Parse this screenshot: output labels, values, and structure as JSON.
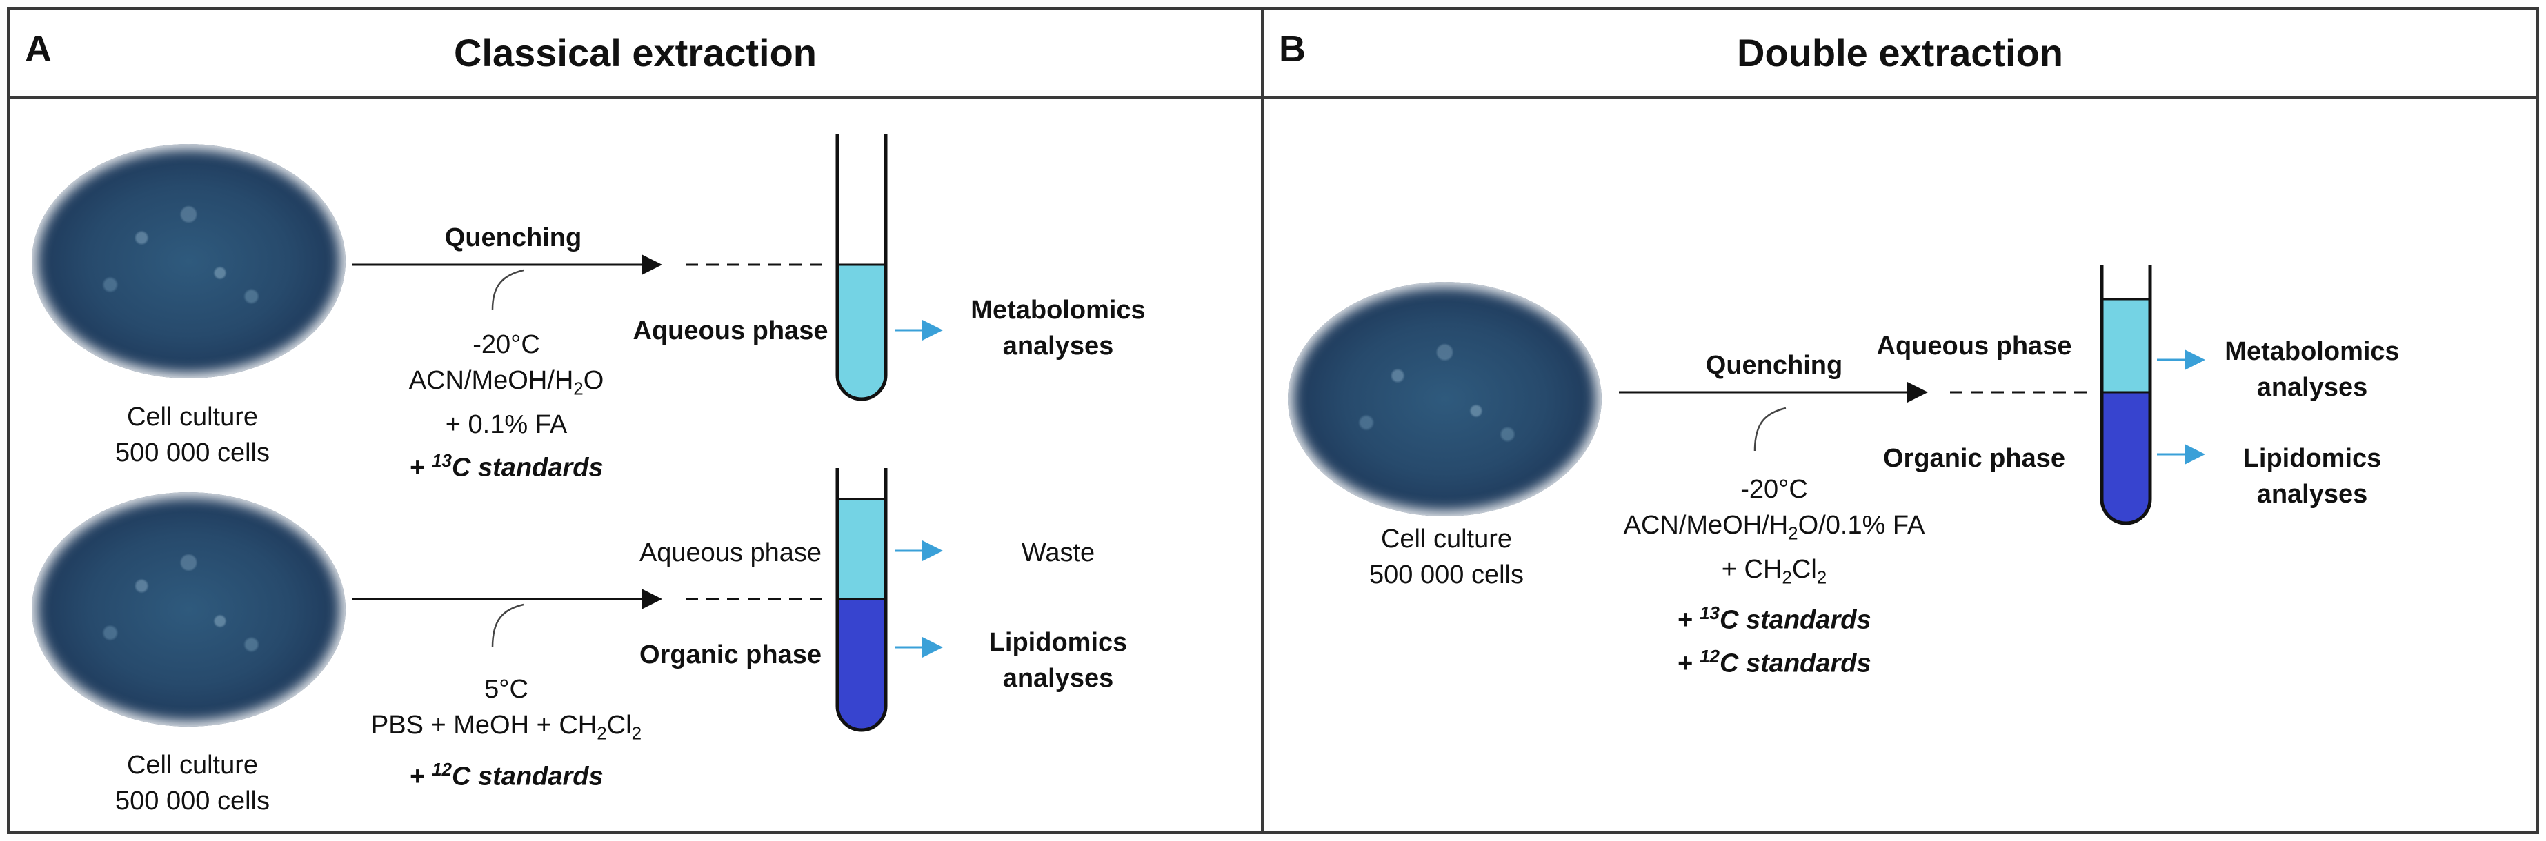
{
  "panel_a": {
    "letter": "A",
    "title": "Classical extraction",
    "top": {
      "cell_label_1": "Cell culture",
      "cell_label_2": "500 000 cells",
      "step": "Quenching",
      "cond_1": "-20°C",
      "cond_2": "ACN/MeOH/H",
      "cond_2_sub": "2",
      "cond_2_end": "O",
      "cond_3": "+ 0.1% FA",
      "cond_4_prefix": "+ ",
      "cond_4_sup": "13",
      "cond_4_text": "C standards",
      "phase": "Aqueous phase",
      "output_1": "Metabolomics",
      "output_2": "analyses"
    },
    "bottom": {
      "cell_label_1": "Cell culture",
      "cell_label_2": "500 000 cells",
      "cond_1": "5°C",
      "cond_2": "PBS + MeOH + CH",
      "cond_2_sub1": "2",
      "cond_2_mid": "Cl",
      "cond_2_sub2": "2",
      "cond_3_prefix": "+ ",
      "cond_3_sup": "12",
      "cond_3_text": "C standards",
      "phase_top": "Aqueous phase",
      "phase_bottom": "Organic phase",
      "output_top": "Waste",
      "output_1": "Lipidomics",
      "output_2": "analyses"
    }
  },
  "panel_b": {
    "letter": "B",
    "title": "Double extraction",
    "cell_label_1": "Cell culture",
    "cell_label_2": "500 000 cells",
    "step": "Quenching",
    "cond_1": "-20°C",
    "cond_2": "ACN/MeOH/H",
    "cond_2_sub": "2",
    "cond_2_end": "O/0.1% FA",
    "cond_3": "+ CH",
    "cond_3_sub1": "2",
    "cond_3_mid": "Cl",
    "cond_3_sub2": "2",
    "cond_4_prefix": "+ ",
    "cond_4_sup": "13",
    "cond_4_text": "C standards",
    "cond_5_prefix": "+ ",
    "cond_5_sup": "12",
    "cond_5_text": "C standards",
    "phase_top": "Aqueous phase",
    "phase_bottom": "Organic phase",
    "output_top_1": "Metabolomics",
    "output_top_2": "analyses",
    "output_bottom_1": "Lipidomics",
    "output_bottom_2": "analyses"
  },
  "colors": {
    "aqueous": "#74d3e4",
    "organic": "#3744cf",
    "output_arrow": "#3aa0d8",
    "border": "#3a3a3a"
  }
}
